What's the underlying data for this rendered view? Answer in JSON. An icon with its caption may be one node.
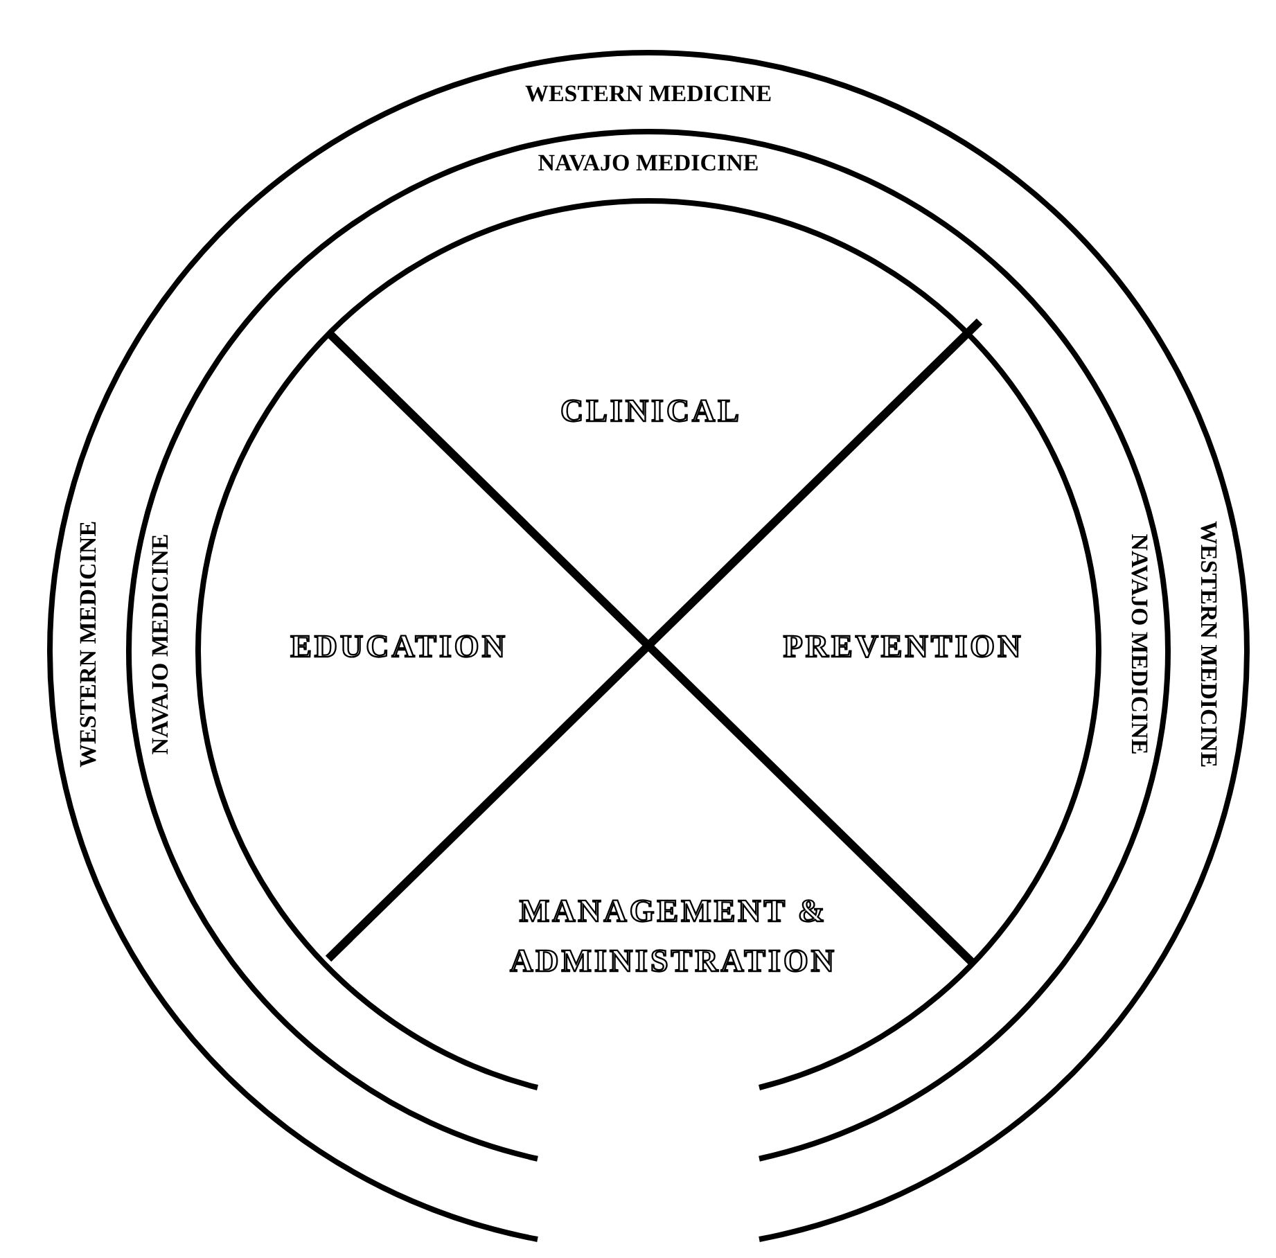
{
  "diagram": {
    "nodes": [
      {
        "text": [
          "WESTERN MEDICINE",
          "WESTERN MEDICINE",
          "WESTERN MEDICINE"
        ]
      },
      {
        "text": [
          "NAVAJO MEDICINE",
          "NAVAJO MEDICINE",
          "NAVAJO MEDICINE"
        ],
        "in": 0
      },
      {
        "text": [],
        "shape": "circle",
        "in": 1
      },
      {
        "text": [
          "CLINICAL"
        ],
        "in": 2
      },
      {
        "text": [
          "EDUCATION"
        ],
        "in": 2
      },
      {
        "text": [
          "PREVENTION"
        ],
        "in": 2
      },
      {
        "text": [
          "MANAGEMENT & ADMINISTRATION"
        ],
        "in": 2
      }
    ],
    "edges": []
  }
}
